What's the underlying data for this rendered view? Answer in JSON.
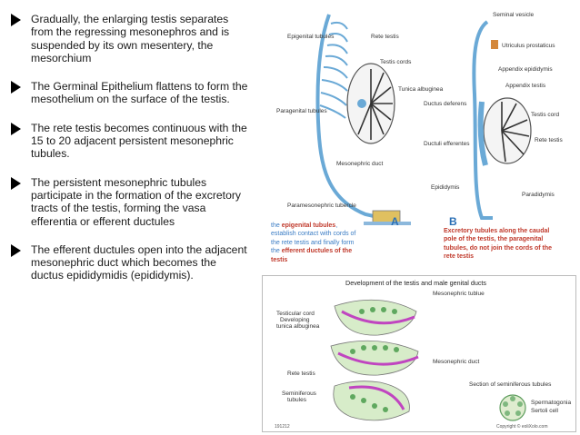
{
  "bullets": [
    {
      "text": "Gradually, the enlarging testis separates from the regressing mesonephros and is suspended by its own mesentery, the mesorchium"
    },
    {
      "text": " The Germinal Epithelium flattens to form the mesothelium on the surface of the testis."
    },
    {
      "text": "The rete testis becomes continuous with the 15 to 20 adjacent persistent mesonephric tubules."
    },
    {
      "text": "The persistent mesonephric tubules participate in the formation of the excretory tracts of the testis, forming the vasa efferentia or efferent ductules"
    },
    {
      "text": "The efferent ductules open into the adjacent mesonephric duct which becomes the ductus epididymidis (epididymis)."
    }
  ],
  "figure_a": {
    "letter": "A",
    "labels": {
      "epigenital": "Epigenital tubules",
      "rete": "Rete testis",
      "cords": "Testis cords",
      "tunica": "Tunica albuginea",
      "paragenital": "Paragenital tubules",
      "mesonephric": "Mesonephric duct",
      "tubercle": "Paramesonephric tubercle"
    },
    "caption": {
      "pre": "the ",
      "hl1": "epigenital tubules",
      "mid": ", establish contact with cords of the rete testis and finally form the ",
      "hl2": "efferent ductules of the testis"
    }
  },
  "figure_b": {
    "letter": "B",
    "labels": {
      "vesicle": "Seminal vesicle",
      "utriculus": "Utriculus prostaticus",
      "appendix_epi": "Appendix epididymis",
      "appendix_testis": "Appendix testis",
      "ductus": "Ductus deferens",
      "testis_cord": "Testis cord",
      "rete": "Rete testis",
      "efferent": "Ductuli efferentes",
      "epididymis": "Epididymis",
      "paradidymis": "Paradidymis"
    },
    "caption": "Excretory tubules along the caudal pole of the testis, the paragenital tubules, do not join the cords of the rete testis"
  },
  "figure_c": {
    "title": "Development of the testis and male genital ducts",
    "labels": {
      "mesonephric_tubule": "Mesonephric tublue",
      "testicular_cord": "Testicular cord",
      "developing": "Developing",
      "tunica": "tunica albuginea",
      "mesonephric_duct": "Mesonephric duct",
      "rete": "Rete testis",
      "seminiferous": "Seminiferous",
      "tubules": "tubules",
      "section": "Section of seminiferous tubules",
      "spermatogonia": "Spermatogonia",
      "sertoli": "Sertoli cell",
      "copyright": "Copyright © eoliXolo.com",
      "code": "191212"
    }
  }
}
